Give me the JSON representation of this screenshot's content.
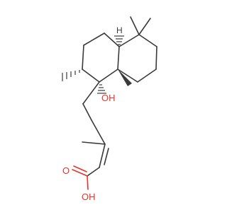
{
  "labels": {
    "hydroxyl": "OH",
    "carbonyl_o": "O",
    "acid_oh": "OH",
    "stereo_h": "H"
  },
  "colors": {
    "bond": "#3a3a3a",
    "heteroatom": "#e8322b",
    "background": "#ffffff"
  }
}
